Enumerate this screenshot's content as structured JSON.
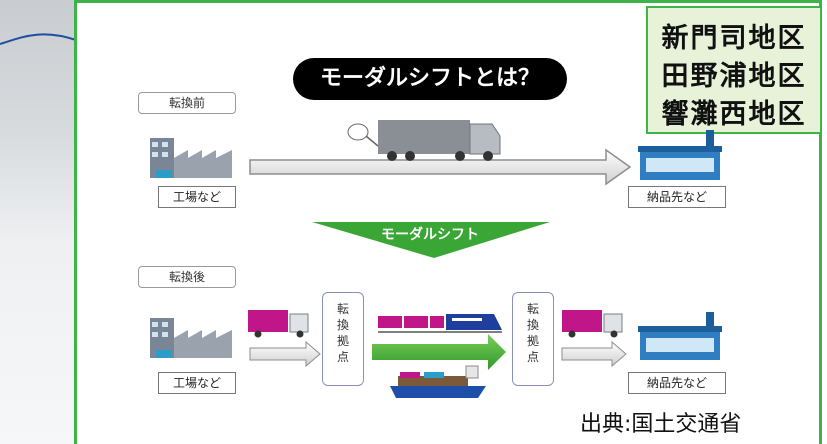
{
  "regions": [
    "新門司地区",
    "田野浦地区",
    "響灘西地区"
  ],
  "title": "モーダルシフトとは？",
  "before_label": "転換前",
  "after_label": "転換後",
  "origin_label": "工場など",
  "destination_label": "納品先など",
  "shift_arrow_label": "モーダルシフト",
  "transfer_point_label": "転換拠点",
  "source_text": "出典:国土交通省",
  "colors": {
    "frame": "#3db34a",
    "region_box": "#e8f2d9",
    "truck_cargo": "#c0168a",
    "arrow_green": "#3aa635",
    "ship_hull": "#1e4fa8"
  }
}
